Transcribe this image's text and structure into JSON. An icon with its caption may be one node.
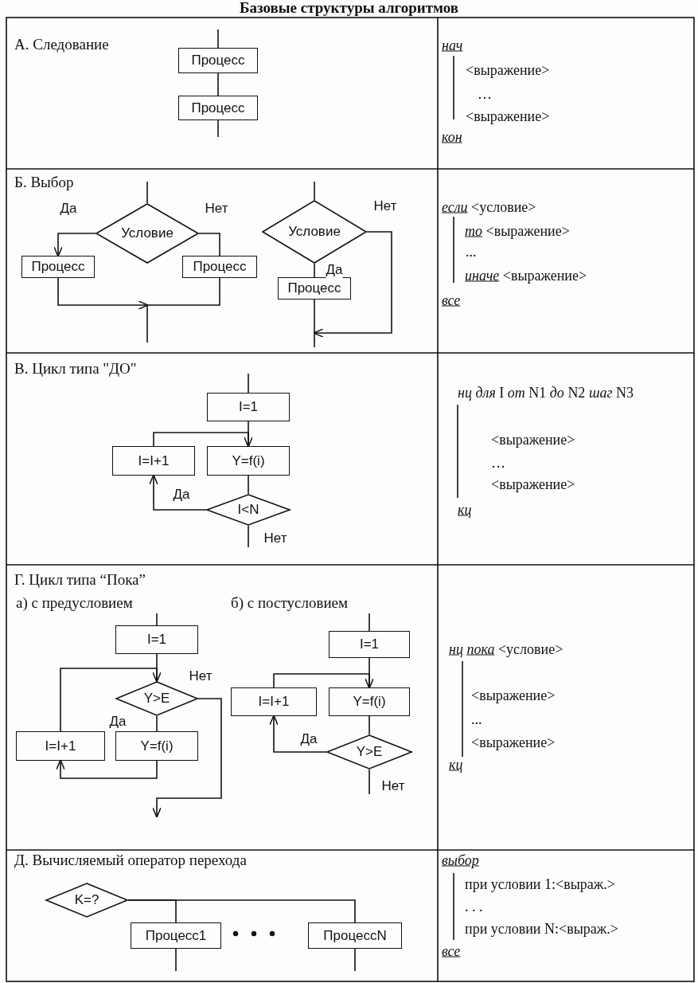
{
  "diagram": {
    "title": "Базовые структуры алгоритмов",
    "nodes": [
      {
        "text": [
          "Процесс"
        ]
      },
      {
        "text": [
          "Процесс"
        ]
      },
      {
        "text": [
          "Условие"
        ]
      },
      {
        "text": [
          "Процесс"
        ]
      },
      {
        "text": [
          "Процесс"
        ]
      },
      {
        "text": [
          "Условие"
        ]
      },
      {
        "text": [
          "Процесс"
        ]
      },
      {
        "text": [
          "I=1"
        ]
      },
      {
        "text": [
          "I=I+1"
        ]
      },
      {
        "text": [
          "Y=f(i)"
        ]
      },
      {
        "text": [
          "I<N"
        ]
      },
      {
        "text": [
          "I=1"
        ]
      },
      {
        "text": [
          "Y>E"
        ]
      },
      {
        "text": [
          "I=I+1"
        ]
      },
      {
        "text": [
          "Y=f(i)"
        ]
      },
      {
        "text": [
          "I=1"
        ]
      },
      {
        "text": [
          "I=I+1"
        ]
      },
      {
        "text": [
          "Y=f(i)"
        ]
      },
      {
        "text": [
          "Y>E"
        ]
      },
      {
        "text": [
          "K=?"
        ]
      },
      {
        "text": [
          "Процесс1"
        ]
      },
      {
        "text": [
          "ПроцессN"
        ]
      }
    ],
    "edges": [
      {
        "from": null,
        "to": 0,
        "arrow": "none"
      },
      {
        "from": 0,
        "to": 1,
        "arrow": "none"
      },
      {
        "from": 1,
        "to": null,
        "arrow": "none"
      },
      {
        "from": null,
        "to": 2,
        "arrow": "none"
      },
      {
        "from": 2,
        "to": 3,
        "arrow": "to",
        "label": "Да"
      },
      {
        "from": 2,
        "to": 4,
        "arrow": "none",
        "label": "Нет"
      },
      {
        "from": 3,
        "to": null,
        "arrow": "to"
      },
      {
        "from": 4,
        "to": null,
        "arrow": "none"
      },
      {
        "from": null,
        "to": 5,
        "arrow": "none"
      },
      {
        "from": 5,
        "to": 6,
        "arrow": "none",
        "label": "Да"
      },
      {
        "from": 5,
        "to": null,
        "arrow": "to",
        "label": "Нет"
      },
      {
        "from": 6,
        "to": null,
        "arrow": "none"
      },
      {
        "from": null,
        "to": 7,
        "arrow": "none"
      },
      {
        "from": 7,
        "to": 9,
        "arrow": "none"
      },
      {
        "from": 9,
        "to": 10,
        "arrow": "none"
      },
      {
        "from": 10,
        "to": 8,
        "arrow": "to",
        "label": "Да"
      },
      {
        "from": 8,
        "to": 9,
        "arrow": "to"
      },
      {
        "from": 10,
        "to": null,
        "arrow": "none",
        "label": "Нет"
      },
      {
        "from": null,
        "to": 11,
        "arrow": "none"
      },
      {
        "from": 11,
        "to": 12,
        "arrow": "none"
      },
      {
        "from": 12,
        "to": 14,
        "arrow": "none",
        "label": "Да"
      },
      {
        "from": 12,
        "to": null,
        "arrow": "to",
        "label": "Нет"
      },
      {
        "from": 14,
        "to": 13,
        "arrow": "to"
      },
      {
        "from": 13,
        "to": 12,
        "arrow": "to"
      },
      {
        "from": null,
        "to": 15,
        "arrow": "none"
      },
      {
        "from": 15,
        "to": 17,
        "arrow": "none"
      },
      {
        "from": 17,
        "to": 18,
        "arrow": "none"
      },
      {
        "from": 18,
        "to": 16,
        "arrow": "to",
        "label": "Да"
      },
      {
        "from": 16,
        "to": 17,
        "arrow": "to"
      },
      {
        "from": 18,
        "to": null,
        "arrow": "none",
        "label": "Нет"
      },
      {
        "from": 19,
        "to": 20,
        "arrow": "none"
      },
      {
        "from": 19,
        "to": 21,
        "arrow": "none"
      },
      {
        "from": 20,
        "to": null,
        "arrow": "none"
      },
      {
        "from": 21,
        "to": null,
        "arrow": "none"
      }
    ],
    "labels": [
      "А. Следование",
      "*нач*",
      "<выражение>",
      "…",
      "<выражение>",
      "*кон*",
      "Б. Выбор",
      "*если* <условие>",
      "*то* <выражение>",
      "...",
      "*иначе* <выражение>",
      "*все*",
      "В. Цикл типа \"ДО\"",
      "*нц* *для* I *от* N1 *до* N2 *шаг* N3",
      "<выражение>",
      "…",
      "<выражение>",
      "*кц*",
      "Г. Цикл типа “Пока”",
      "а) с предусловием",
      "б) с постусловием",
      "*нц* *пока* <условие>",
      "<выражение>",
      "...",
      "<выражение>",
      "*кц*",
      "Д. Вычисляемый оператор перехода",
      "*выбор*",
      "при условии 1:<выраж.>",
      ". . .",
      "при условии N:<выраж.>",
      "*все*"
    ]
  }
}
